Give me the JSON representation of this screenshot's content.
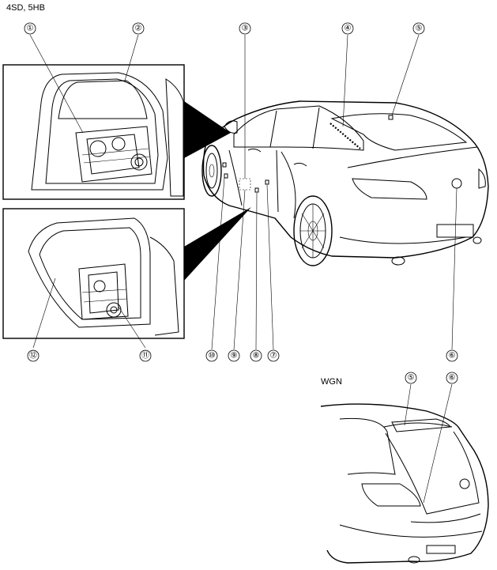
{
  "variant_labels": {
    "top": "4SD, 5HB",
    "wagon": "WGN"
  },
  "callouts": [
    {
      "id": "c1",
      "label": "①"
    },
    {
      "id": "c2",
      "label": "②"
    },
    {
      "id": "c3",
      "label": "③"
    },
    {
      "id": "c4",
      "label": "④"
    },
    {
      "id": "c5",
      "label": "⑤"
    },
    {
      "id": "c6",
      "label": "⑥"
    },
    {
      "id": "c7",
      "label": "⑦"
    },
    {
      "id": "c8",
      "label": "⑧"
    },
    {
      "id": "c9",
      "label": "⑨"
    },
    {
      "id": "c10",
      "label": "⑩"
    },
    {
      "id": "c11",
      "label": "⑪"
    },
    {
      "id": "c12",
      "label": "⑫"
    },
    {
      "id": "c5w",
      "label": "⑤"
    },
    {
      "id": "c6w",
      "label": "⑥"
    }
  ]
}
